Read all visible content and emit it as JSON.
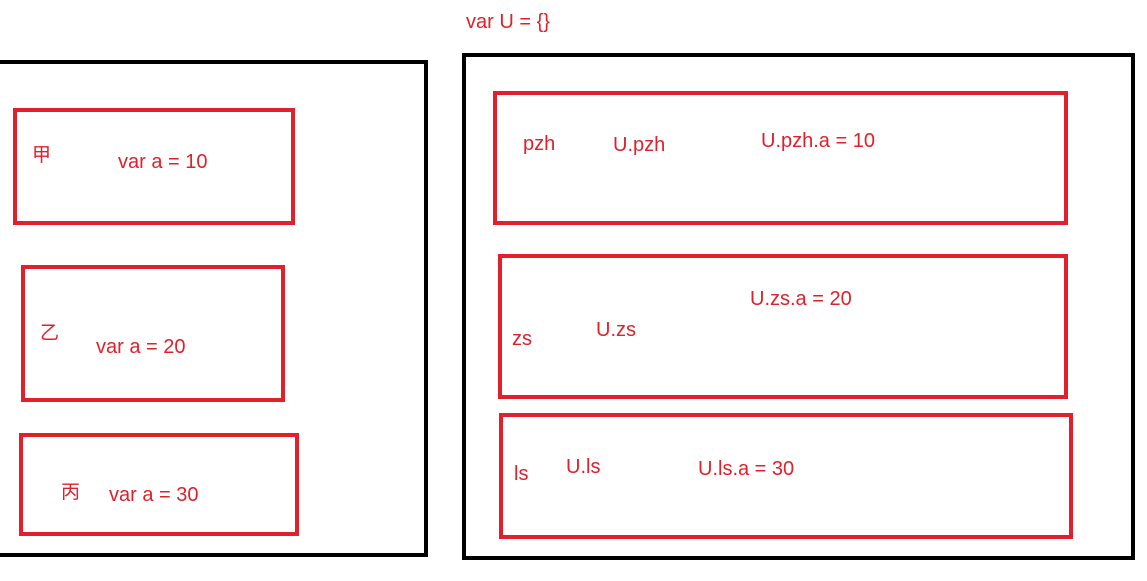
{
  "colors": {
    "outline": "#000000",
    "accent": "#e0202a",
    "background": "#ffffff"
  },
  "global_declaration": "var U = {}",
  "left_panel": {
    "boxes": [
      {
        "name": "甲",
        "code": "var a = 10"
      },
      {
        "name": "乙",
        "code": "var a = 20"
      },
      {
        "name": "丙",
        "code": "var a = 30"
      }
    ]
  },
  "right_panel": {
    "boxes": [
      {
        "name": "pzh",
        "namespace": "U.pzh",
        "code": "U.pzh.a = 10"
      },
      {
        "name": "zs",
        "namespace": "U.zs",
        "code": "U.zs.a = 20"
      },
      {
        "name": "ls",
        "namespace": "U.ls",
        "code": "U.ls.a = 30"
      }
    ]
  }
}
